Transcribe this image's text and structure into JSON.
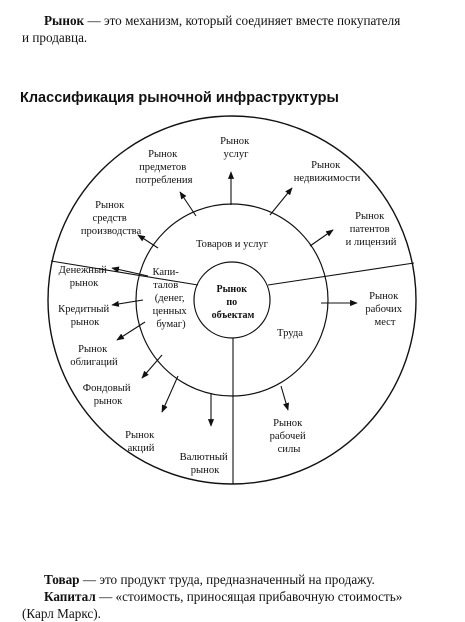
{
  "intro": {
    "term": "Рынок",
    "rest": " — это механизм, который соединяет вместе покупателя",
    "line2": "и продавца."
  },
  "heading": "Классификация рыночной инфраструктуры",
  "diagram": {
    "center": [
      "Рынок",
      "по",
      "объектам"
    ],
    "sectors": {
      "goods": "Товаров и услуг",
      "capital": [
        "Капи-",
        "талов",
        "(денег,",
        "ценных",
        "бумаг)"
      ],
      "labor": "Труда"
    },
    "outer": {
      "consumer": [
        "Рынок",
        "предметов",
        "потребления"
      ],
      "services": [
        "Рынок",
        "услуг"
      ],
      "realty": [
        "Рынок",
        "недвижимости"
      ],
      "means": [
        "Рынок",
        "средств",
        "производства"
      ],
      "patents": [
        "Рынок",
        "патентов",
        "и лицензий"
      ],
      "money": [
        "Денежный",
        "рынок"
      ],
      "jobs": [
        "Рынок",
        "рабочих",
        "мест"
      ],
      "credit": [
        "Кредитный",
        "рынок"
      ],
      "bonds": [
        "Рынок",
        "облигаций"
      ],
      "stock": [
        "Фондовый",
        "рынок"
      ],
      "shares": [
        "Рынок",
        "акций"
      ],
      "currency": [
        "Валютный",
        "рынок"
      ],
      "workforce": [
        "Рынок",
        "рабочей",
        "силы"
      ]
    }
  },
  "goods_def": {
    "term": "Товар",
    "rest": " — это продукт труда, предназначенный на продажу."
  },
  "capital_def": {
    "term": "Капитал",
    "rest": " — «стоимость, приносящая прибавочную стоимость»",
    "line2": "(Карл Маркс)."
  }
}
